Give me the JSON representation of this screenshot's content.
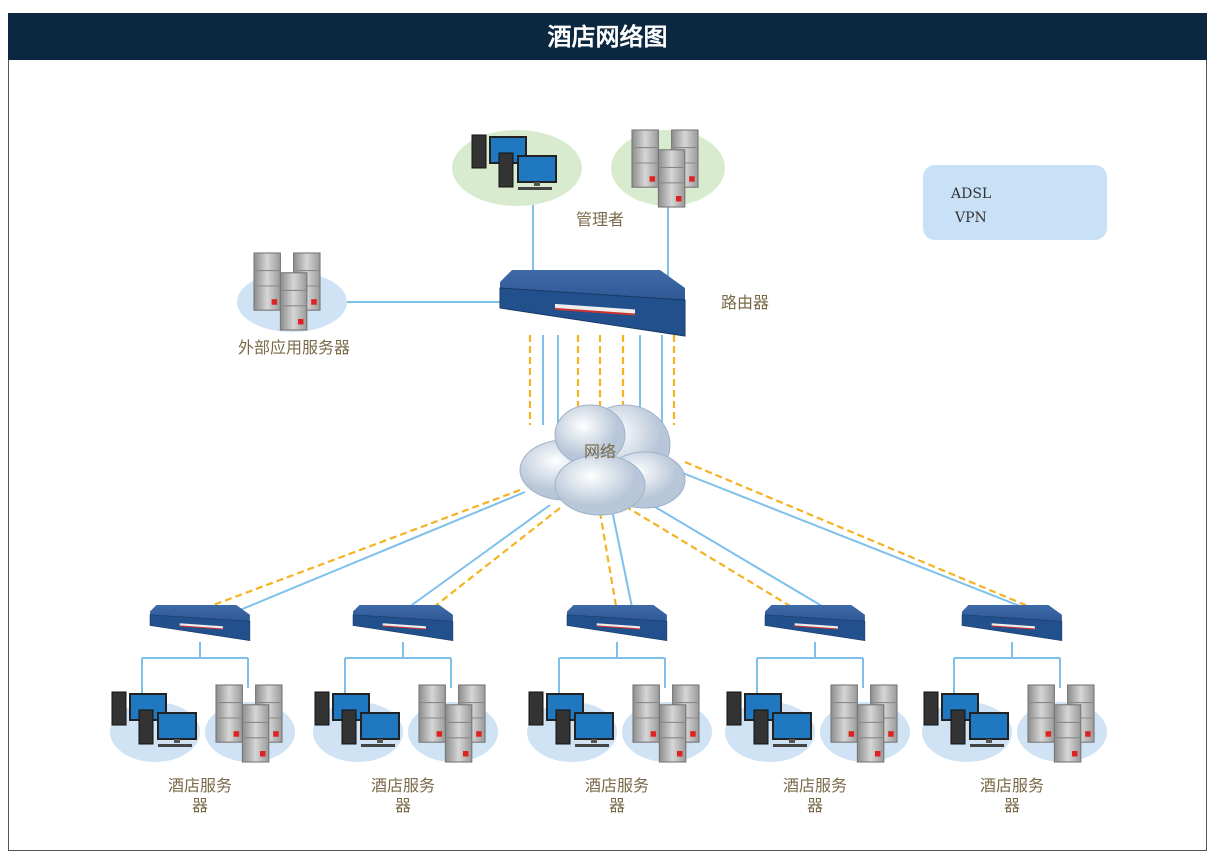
{
  "title": "酒店网络图",
  "colors": {
    "title_bar": "#0b2840",
    "adsl": "#7ec0ec",
    "vpn": "#f5b324",
    "admin_bg": "#d9ebcf",
    "node_bg": "#cfe3f5",
    "legend_bg": "#c9e1f7"
  },
  "legend": [
    {
      "label": "ADSL",
      "style": "solid"
    },
    {
      "label": "VPN",
      "style": "dashed"
    }
  ],
  "nodes": {
    "admin": "管理者",
    "router": "路由器",
    "external": "外部应用服务器",
    "network": "网络",
    "hotels": [
      {
        "line1": "酒店服务",
        "line2": "器"
      },
      {
        "line1": "酒店服务",
        "line2": "器"
      },
      {
        "line1": "酒店服务",
        "line2": "器"
      },
      {
        "line1": "酒店服务",
        "line2": "器"
      },
      {
        "line1": "酒店服务",
        "line2": "器"
      }
    ]
  }
}
